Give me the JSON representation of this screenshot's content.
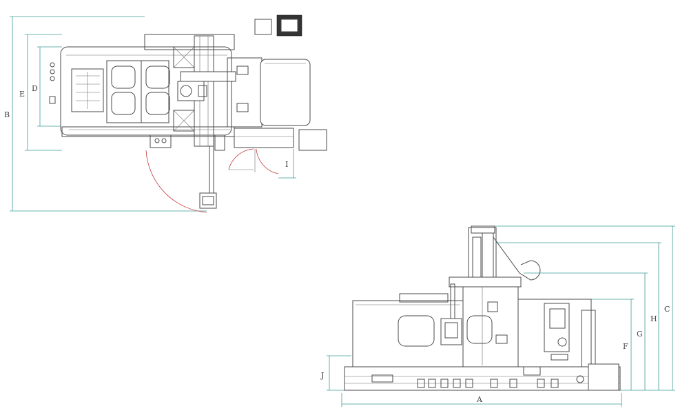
{
  "colors": {
    "line": "#4a4a4a",
    "dimension": "#3a9b96",
    "door_arc": "#c0393b",
    "background": "#ffffff"
  },
  "plan_view": {
    "dims": {
      "b": "B",
      "e": "E",
      "d": "D",
      "i": "I"
    }
  },
  "front_view": {
    "dims": {
      "a": "A",
      "j": "J",
      "f": "F",
      "g": "G",
      "h": "H",
      "c": "C"
    }
  }
}
